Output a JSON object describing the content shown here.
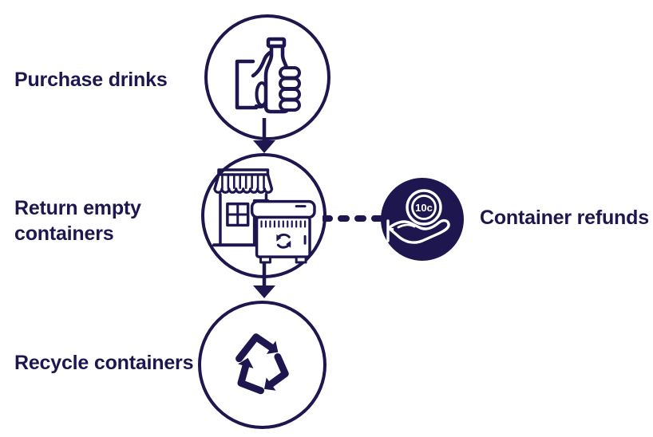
{
  "diagram": {
    "accent_color": "#1D164F",
    "steps": [
      {
        "id": "purchase",
        "label": "Purchase drinks",
        "icon": "hand-holding-bottle-icon"
      },
      {
        "id": "return",
        "label": "Return empty containers",
        "icon": "shop-and-return-bin-icon"
      },
      {
        "id": "recycle",
        "label": "Recycle containers",
        "icon": "recycling-arrows-icon"
      }
    ],
    "refund": {
      "label": "Container refunds",
      "coin_text": "10c",
      "icon": "hand-holding-coin-icon"
    }
  }
}
